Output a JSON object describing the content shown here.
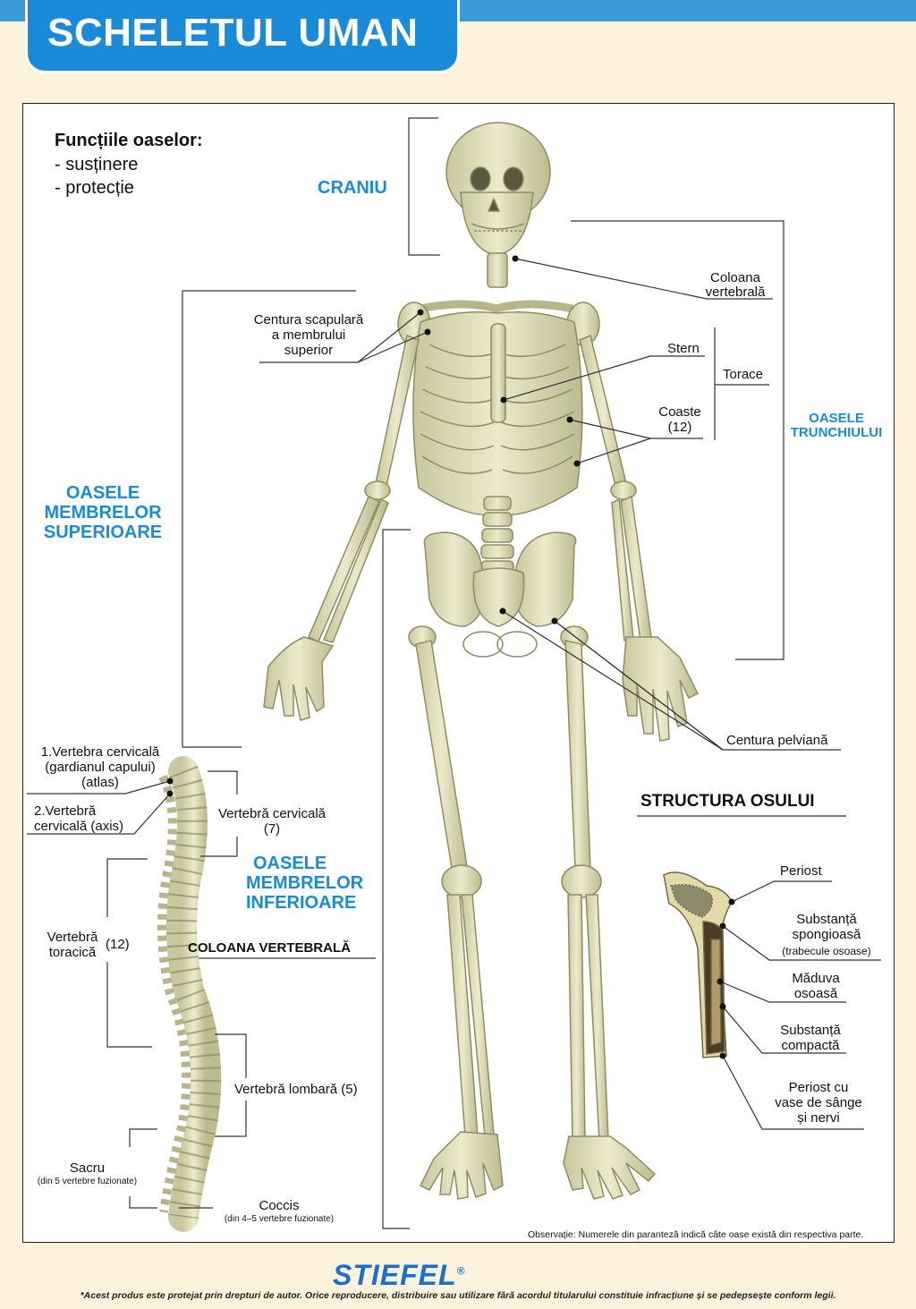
{
  "title": "SCHELETUL UMAN",
  "functions": {
    "heading": "Funcțiile oaselor:",
    "items": [
      "- susținere",
      "- protecție"
    ]
  },
  "regions": {
    "skull": "CRANIU",
    "trunk_1": "OASELE",
    "trunk_2": "TRUNCHIULUI",
    "upper_1": "OASELE",
    "upper_2": "MEMBRELOR",
    "upper_3": "SUPERIOARE",
    "lower_1": "OASELE",
    "lower_2": "MEMBRELOR",
    "lower_3": "INFERIOARE"
  },
  "labels": {
    "spine_1": "Coloana",
    "spine_2": "vertebrală",
    "shoulder_1": "Centura scapulară",
    "shoulder_2": "a membrului",
    "shoulder_3": "superior",
    "sternum": "Stern",
    "thorax": "Torace",
    "ribs_1": "Coaste",
    "ribs_2": "(12)",
    "pelvis": "Centura pelviană"
  },
  "vertebral": {
    "heading": "COLOANA VERTEBRALĂ",
    "atlas_1": "1.Vertebra cervicală",
    "atlas_2": "(gardianul capului)",
    "atlas_3": "(atlas)",
    "axis_1": "2.Vertebră",
    "axis_2": "cervicală (axis)",
    "cervical_1": "Vertebră cervicală",
    "cervical_2": "(7)",
    "thoracic_1": "Vertebră",
    "thoracic_2": "toracică",
    "thoracic_count": "(12)",
    "lumbar": "Vertebră lombară (5)",
    "sacrum": "Sacru",
    "sacrum_note": "(din 5 vertebre fuzionate)",
    "coccyx": "Coccis",
    "coccyx_note": "(din 4–5 vertebre fuzionate)"
  },
  "bone_structure": {
    "heading": "STRUCTURA OSULUI",
    "periosteum": "Periost",
    "spongy_1": "Substanță",
    "spongy_2": "spongioasă",
    "spongy_3": "(trabecule osoase)",
    "marrow_1": "Măduva",
    "marrow_2": "osoasă",
    "compact_1": "Substanță",
    "compact_2": "compactă",
    "vessels_1": "Periost cu",
    "vessels_2": "vase de sânge",
    "vessels_3": "și nervi"
  },
  "note": "Observație: Numerele din paranteză indică câte oase există din respectiva parte.",
  "brand": "STIEFEL",
  "brand_mark": "®",
  "copyright": "*Acest produs este protejat prin drepturi de autor. Orice reproducere, distribuire sau utilizare fără acordul titularului constituie infracțiune și se pedepsește conform legii.",
  "colors": {
    "accent": "#1a8bd8",
    "bone": "#d9d8b4",
    "bone_stroke": "#8f8c62",
    "background": "#fdf3dc"
  }
}
